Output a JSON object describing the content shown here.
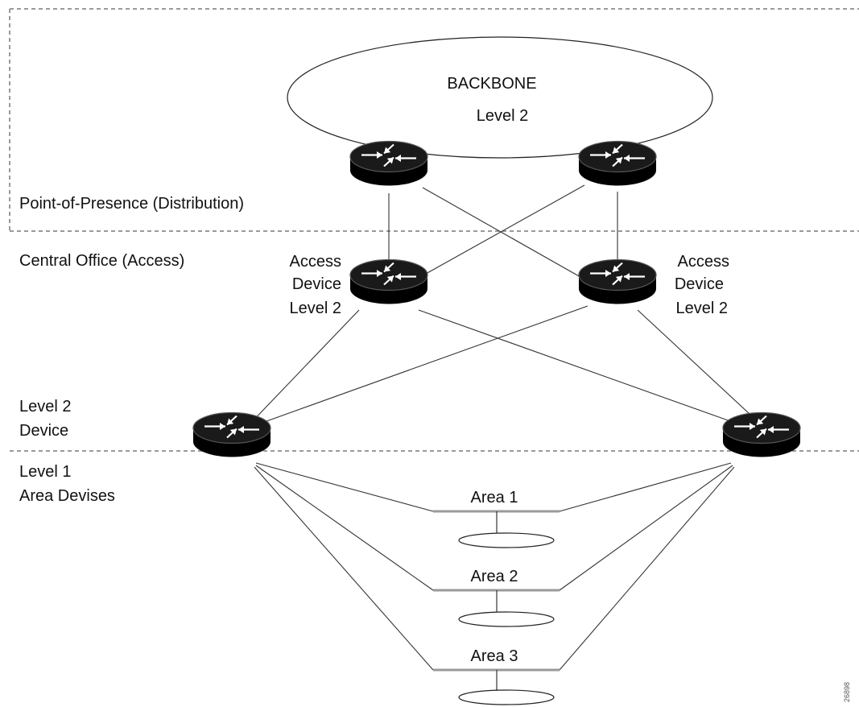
{
  "backbone": {
    "title": "BACKBONE",
    "level": "Level 2"
  },
  "zones": {
    "distribution": "Point-of-Presence (Distribution)",
    "access": "Central Office (Access)",
    "level2_device": [
      "Level 2",
      "Device"
    ],
    "level1_area": [
      "Level 1",
      "Area Devises"
    ]
  },
  "access_device_label": [
    "Access",
    "Device",
    "Level 2"
  ],
  "areas": [
    "Area 1",
    "Area 2",
    "Area 3"
  ],
  "figure_id": "26898",
  "colors": {
    "router_body": "#000000",
    "router_arrows": "#ffffff",
    "lines": "#333333",
    "dashed_borders": "#9a9a9a"
  }
}
